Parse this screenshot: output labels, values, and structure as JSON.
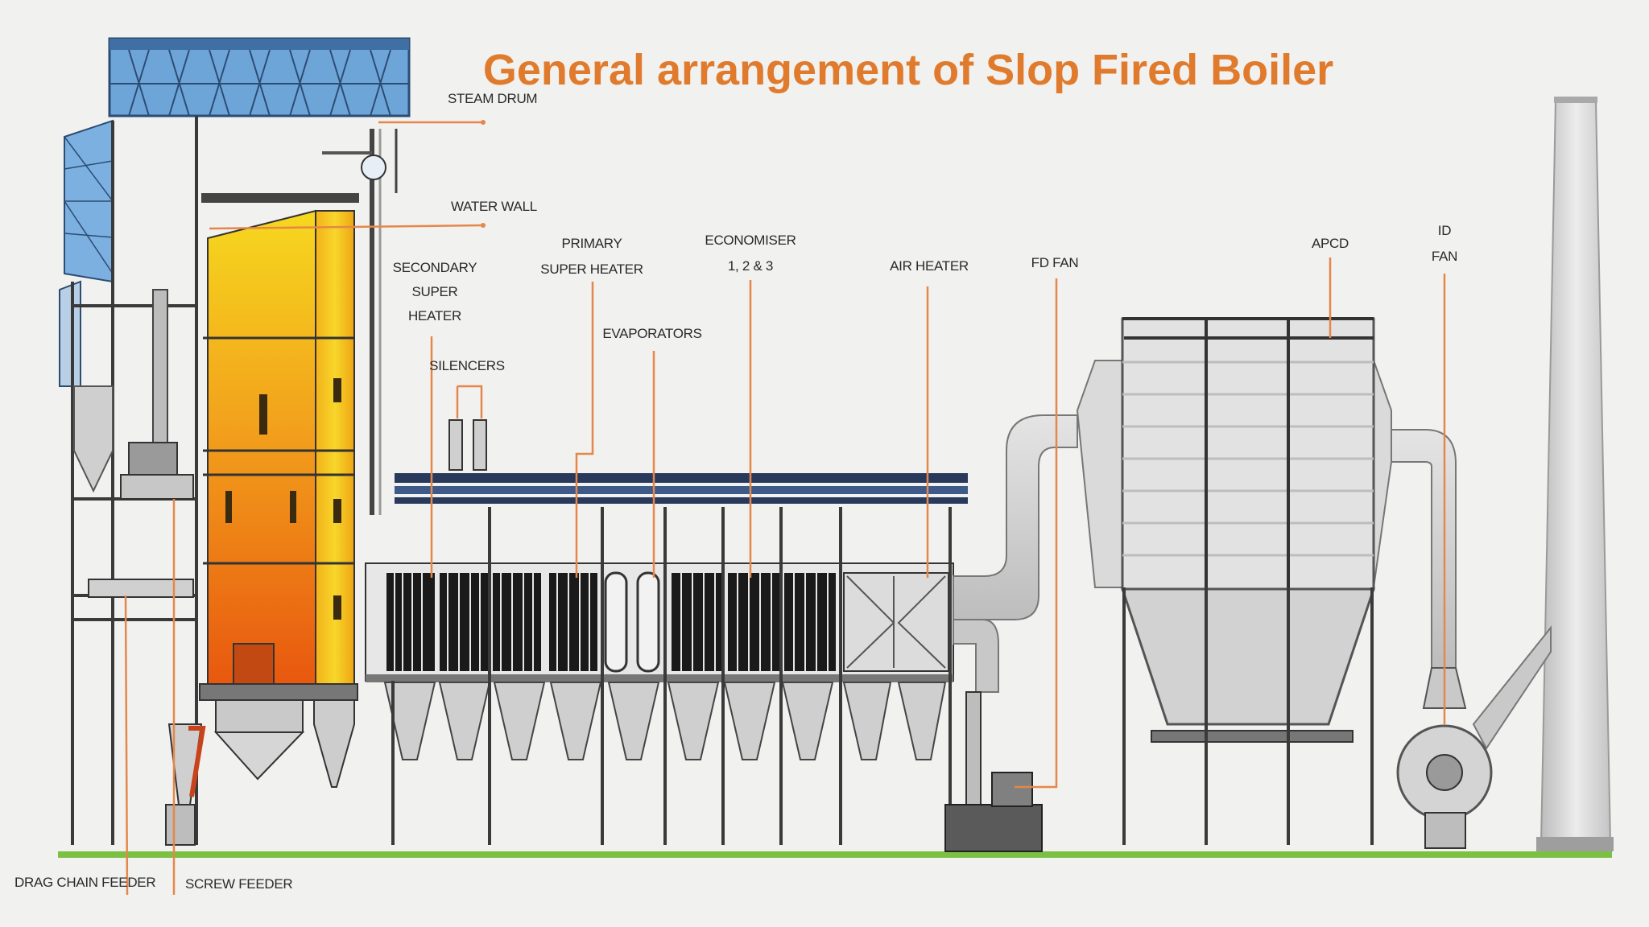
{
  "title": "General arrangement of Slop Fired Boiler",
  "colors": {
    "title": "#e07a2c",
    "leader": "#e5874a",
    "steel": "#3a3a3a",
    "truss": "#5b93c9",
    "ground": "#7cc043",
    "duct": "#c9c9c9",
    "furnace_top": "#f5d21d",
    "furnace_bottom": "#e85a10"
  },
  "labels": {
    "steam_drum": "STEAM DRUM",
    "water_wall": "WATER WALL",
    "secondary_super_heater": [
      "SECONDARY",
      "SUPER",
      "HEATER"
    ],
    "silencers": "SILENCERS",
    "primary_super_heater": [
      "PRIMARY",
      "SUPER HEATER"
    ],
    "evaporators": "EVAPORATORS",
    "economiser": [
      "ECONOMISER",
      "1, 2 & 3"
    ],
    "air_heater": "AIR HEATER",
    "fd_fan": "FD FAN",
    "apcd": "APCD",
    "id_fan": [
      "ID",
      "FAN"
    ],
    "drag_chain_feeder": "DRAG CHAIN FEEDER",
    "screw_feeder": "SCREW FEEDER"
  }
}
